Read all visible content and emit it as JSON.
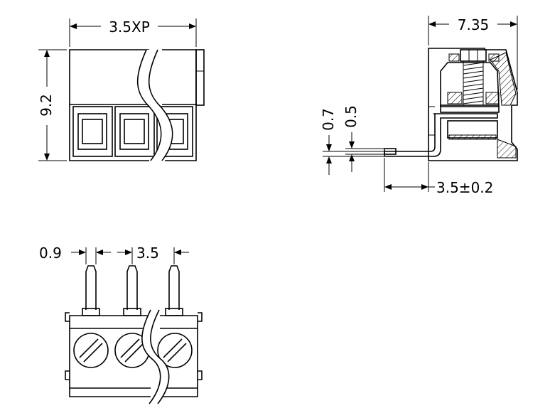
{
  "dimensions": {
    "pitch_top": "3.5XP",
    "height": "9.2",
    "depth": "7.35",
    "dim_0_7": "0.7",
    "dim_0_5": "0.5",
    "offset": "3.5±0.2",
    "pin_width": "0.9",
    "pitch_bottom": "3.5"
  },
  "colors": {
    "line": "#000000",
    "background": "#ffffff"
  }
}
